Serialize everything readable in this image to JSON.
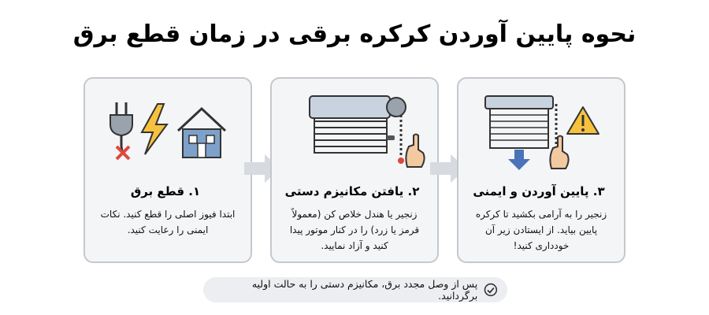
{
  "title": "نحوه پایین آوردن کرکره برقی در زمان قطع برق",
  "steps": [
    {
      "heading": "۱. قطع برق",
      "body": "ابتدا فیوز اصلی را قطع کنید. نکات ایمنی را رعایت کنید."
    },
    {
      "heading": "۲. یافتن مکانیزم دستی",
      "body": "زنجیر یا هندل خلاص کن (معمولاً قرمز یا زرد) را در کنار موتور پیدا کنید و آزاد نمایید."
    },
    {
      "heading": "۳. پایین آوردن و ایمنی",
      "body": "زنجیر را به آرامی بکشید تا کرکره پایین بیاید. از ایستادن زیر آن خودداری کنید!"
    }
  ],
  "note": "پس از وصل مجدد برق، مکانیزم دستی را به حالت اولیه برگردانید.",
  "icons": {
    "step1": [
      "plug-icon",
      "cross-icon",
      "lightning-icon",
      "house-icon"
    ],
    "step2": [
      "shutter-motor-icon",
      "chain-icon",
      "hand-icon"
    ],
    "step3": [
      "shutter-icon",
      "down-arrow-icon",
      "warning-icon",
      "hand-icon"
    ],
    "note": "check-circle-icon",
    "flow": "right-arrow-icon"
  },
  "colors": {
    "accent_yellow": "#f6c23e",
    "accent_red": "#e0463a",
    "shutter_blue": "#4a73b8",
    "skin": "#f3c9a0"
  }
}
